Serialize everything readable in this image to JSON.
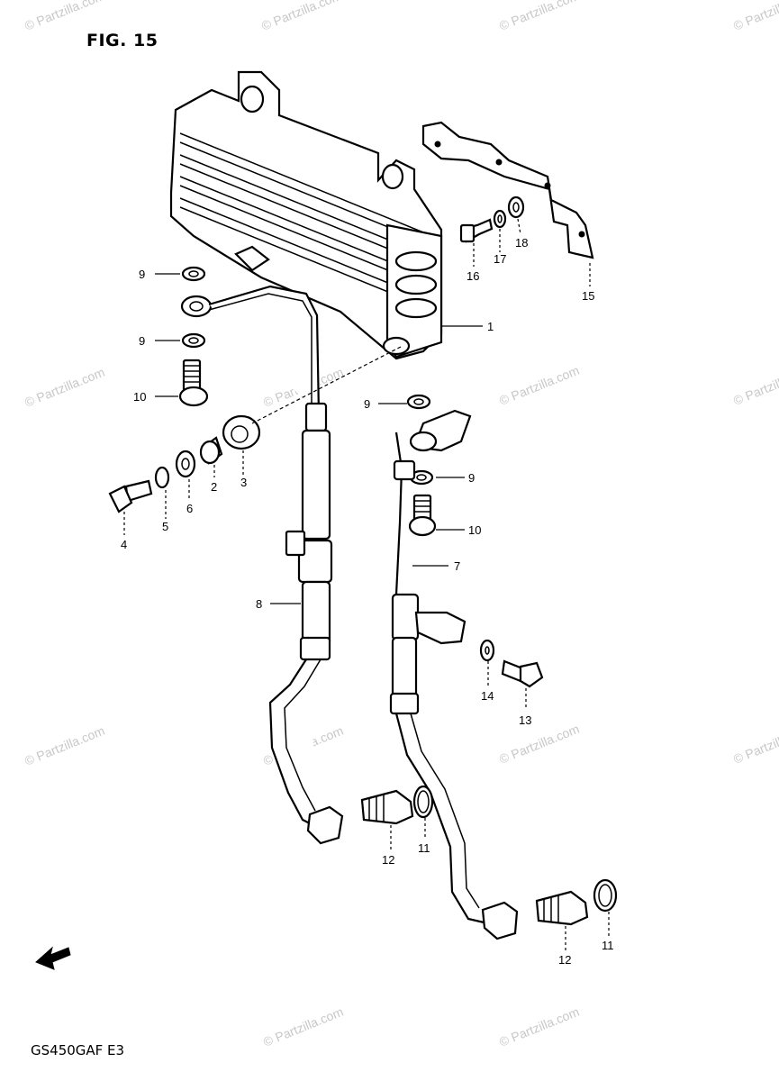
{
  "figure": {
    "title": "FIG. 15",
    "model_code": "GS450GAF E3"
  },
  "watermarks": [
    "© Partzilla.com",
    "© Partzilla.com",
    "© Partzilla.com",
    "© Partzilla.com",
    "© Partzilla.com",
    "© Partzilla.com",
    "© Partzilla.com",
    "© Partzilla.com",
    "© Partzilla.com",
    "© Partzilla.com",
    "© Partzilla.com",
    "© Partzilla.com",
    "© Partzilla.com",
    "© Partzilla.com"
  ],
  "callouts": {
    "c1": "1",
    "c2": "2",
    "c3": "3",
    "c4": "4",
    "c5": "5",
    "c6": "6",
    "c7": "7",
    "c8": "8",
    "c9a": "9",
    "c9b": "9",
    "c9c": "9",
    "c9d": "9",
    "c10a": "10",
    "c10b": "10",
    "c11a": "11",
    "c11b": "11",
    "c12a": "12",
    "c12b": "12",
    "c13": "13",
    "c14": "14",
    "c15": "15",
    "c16": "16",
    "c17": "17",
    "c18": "18"
  },
  "front_arrow_icon": "front-direction-arrow"
}
